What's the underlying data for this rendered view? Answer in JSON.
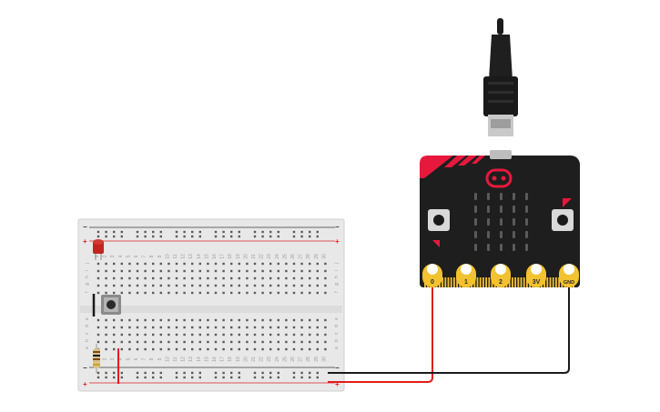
{
  "breadboard": {
    "row_letters_top": [
      "a",
      "b",
      "c",
      "d",
      "e"
    ],
    "row_letters_bottom": [
      "f",
      "g",
      "h",
      "i",
      "j"
    ],
    "column_count": 30,
    "rail_minus": "−",
    "rail_plus": "+"
  },
  "microbit": {
    "pins": [
      {
        "label": "0"
      },
      {
        "label": "1"
      },
      {
        "label": "2"
      },
      {
        "label": "3V"
      },
      {
        "label": "GND"
      }
    ],
    "board_color": "#1e1e1e",
    "accent_color": "#e6193c",
    "gold_color": "#f2c230"
  },
  "wires": {
    "signal_color": "#e21b1b",
    "ground_color": "#1a1a1a"
  },
  "components": {
    "led_color": "#c4231e",
    "resistor_body_color": "#d8c08a"
  }
}
